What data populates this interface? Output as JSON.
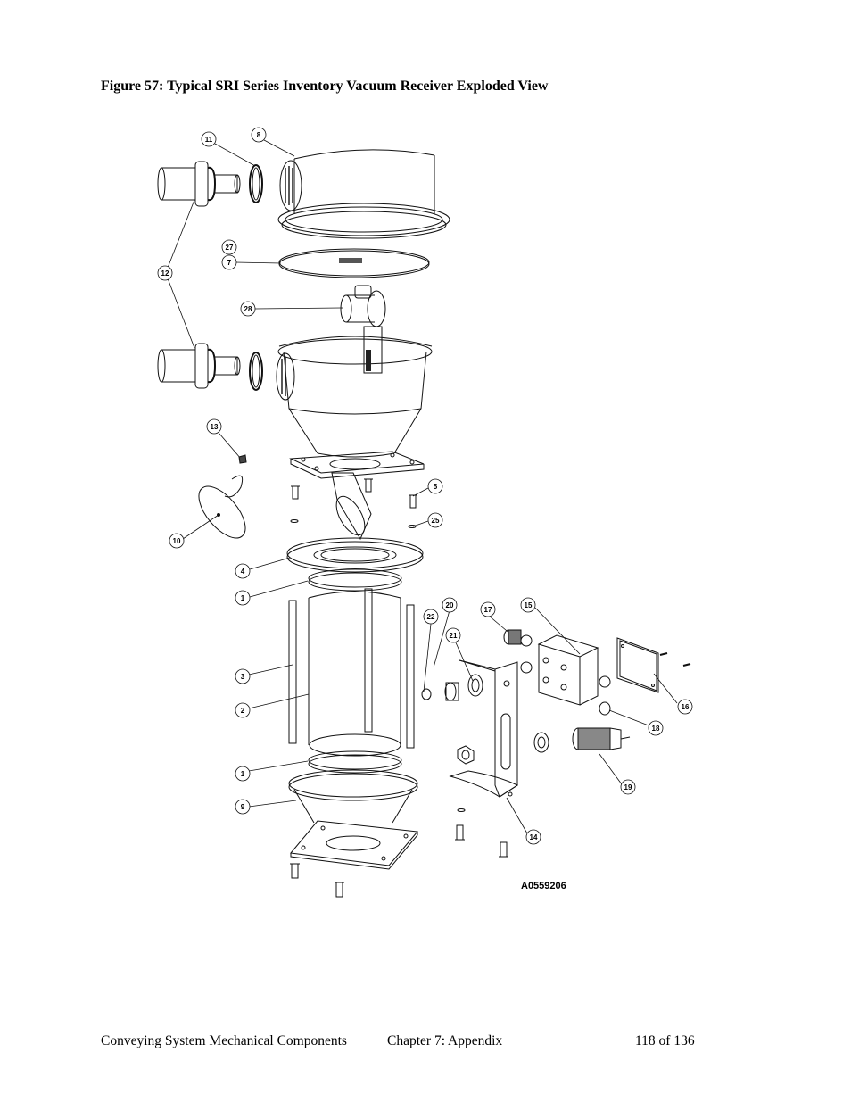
{
  "figure": {
    "title": "Figure 57:  Typical SRI Series Inventory Vacuum Receiver Exploded View",
    "drawing_number": "A0559206",
    "callouts": [
      "8",
      "11",
      "12",
      "27",
      "7",
      "28",
      "13",
      "5",
      "25",
      "10",
      "4",
      "1",
      "3",
      "2",
      "22",
      "20",
      "17",
      "15",
      "21",
      "16",
      "18",
      "19",
      "1",
      "9",
      "14"
    ]
  },
  "footer": {
    "left": "Conveying System Mechanical Components",
    "chapter": "Chapter 7: Appendix",
    "page": "118 of 136"
  }
}
